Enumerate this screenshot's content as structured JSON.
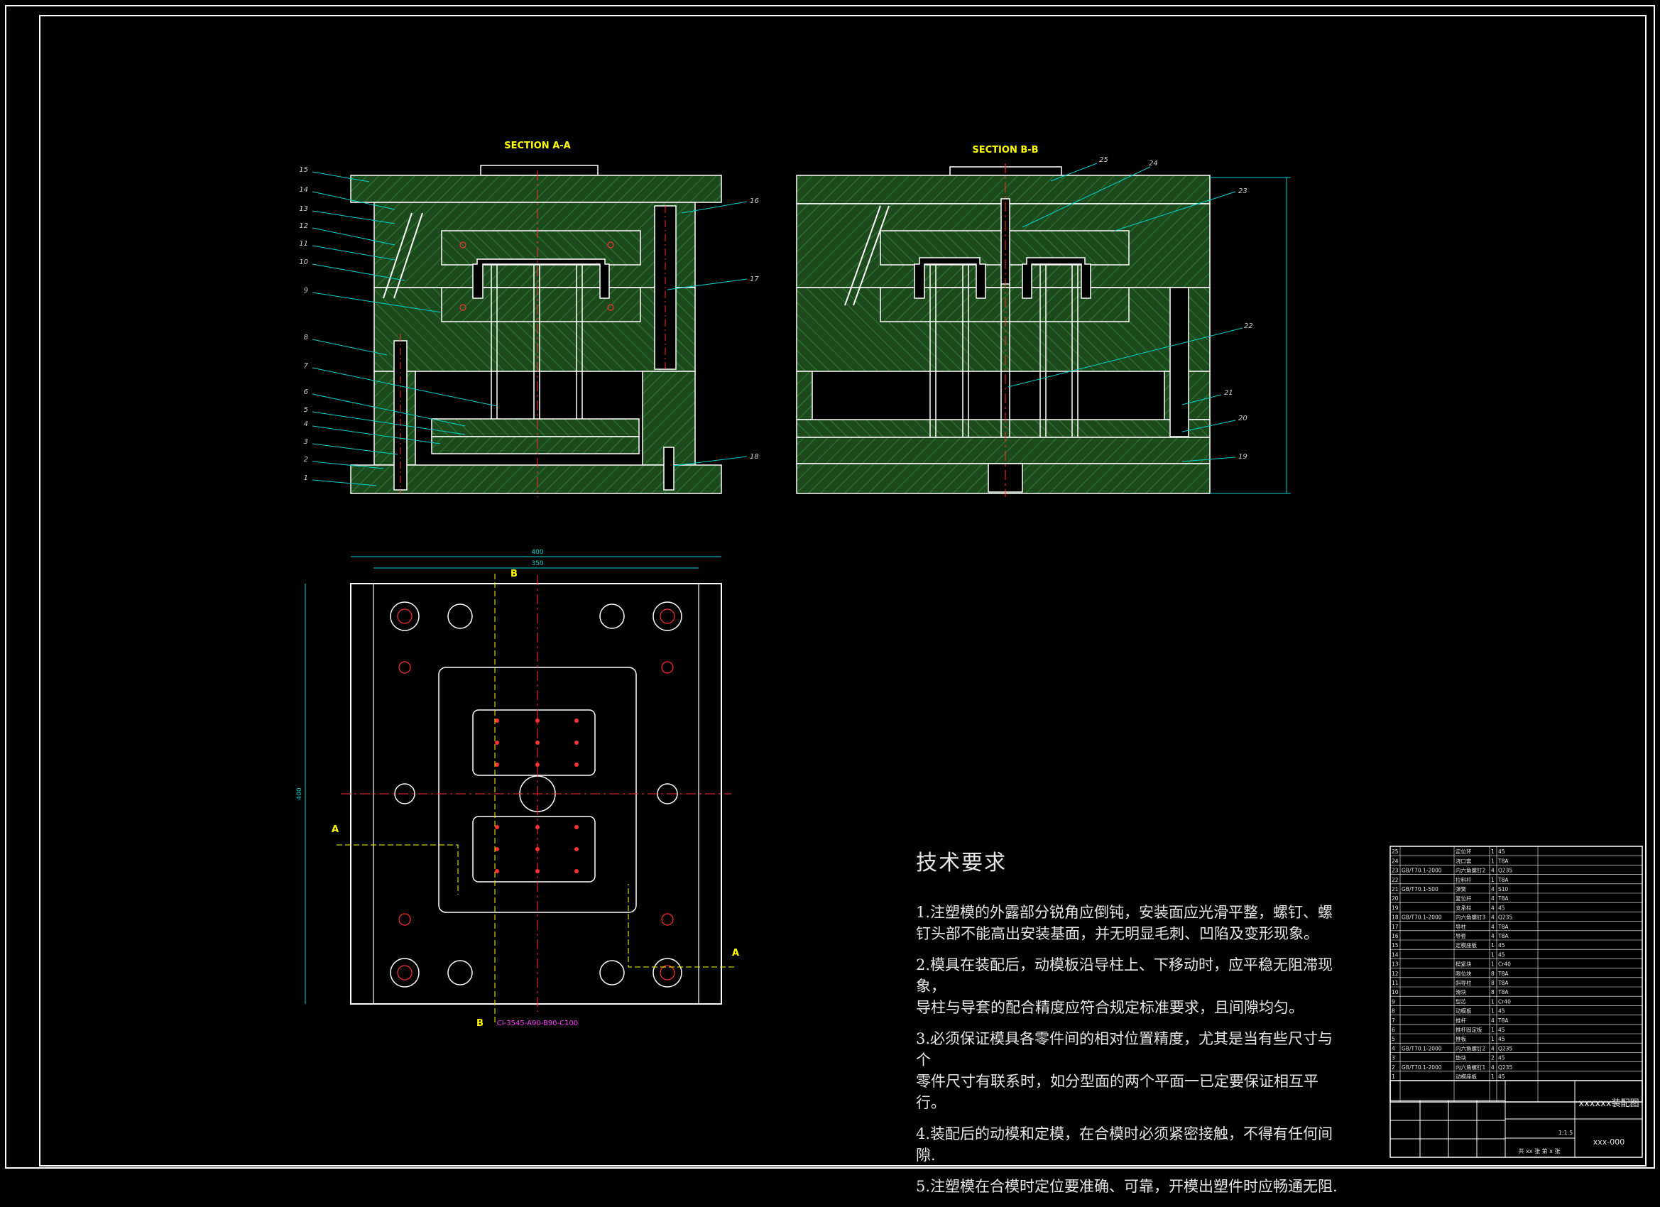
{
  "sections": {
    "a": {
      "title": "SECTION A-A",
      "labels": [
        "15",
        "14",
        "13",
        "12",
        "11",
        "10",
        "9",
        "8",
        "7",
        "6",
        "5",
        "4",
        "3",
        "2",
        "1",
        "16",
        "17",
        "18"
      ]
    },
    "b": {
      "title": "SECTION B-B",
      "labels": [
        "25",
        "24",
        "23",
        "22",
        "21",
        "20",
        "19"
      ]
    }
  },
  "plan": {
    "dim_top_outer": "400",
    "dim_top_inner": "350",
    "dim_left": "400",
    "cut_a": "A",
    "cut_b": "B",
    "spec": "CI-3545-A90-B90-C100"
  },
  "notes": {
    "title": "技术要求",
    "items": [
      "1.注塑模的外露部分锐角应倒钝，安装面应光滑平整，螺钉、螺\n   钉头部不能高出安装基面，并无明显毛刺、凹陷及变形现象。",
      "2.模具在装配后，动模板沿导柱上、下移动时，应平稳无阻滞现象，\n   导柱与导套的配合精度应符合规定标准要求，且间隙均匀。",
      "3.必须保证模具各零件间的相对位置精度，尤其是当有些尺寸与个\n   零件尺寸有联系时，如分型面的两个平面一已定要保证相互平行。",
      "4.装配后的动模和定模，在合模时必须紧密接触，不得有任何间隙.",
      "5.注塑模在合模时定位要准确、可靠，开模出塑件时应畅通无阻."
    ]
  },
  "bom": [
    {
      "no": "25",
      "code": "",
      "name": "定位环",
      "qty": "1",
      "mat": "45"
    },
    {
      "no": "24",
      "code": "",
      "name": "浇口套",
      "qty": "1",
      "mat": "T8A"
    },
    {
      "no": "23",
      "code": "GB/T70.1-2000",
      "name": "内六角螺钉2",
      "qty": "4",
      "mat": "Q235"
    },
    {
      "no": "22",
      "code": "",
      "name": "拉料杆",
      "qty": "1",
      "mat": "T8A"
    },
    {
      "no": "21",
      "code": "GB/T70.1-500",
      "name": "弹簧",
      "qty": "4",
      "mat": "S10"
    },
    {
      "no": "20",
      "code": "",
      "name": "复位杆",
      "qty": "4",
      "mat": "T8A"
    },
    {
      "no": "19",
      "code": "",
      "name": "支承柱",
      "qty": "4",
      "mat": "45"
    },
    {
      "no": "18",
      "code": "GB/T70.1-2000",
      "name": "内六角螺钉3",
      "qty": "4",
      "mat": "Q235"
    },
    {
      "no": "17",
      "code": "",
      "name": "导柱",
      "qty": "4",
      "mat": "T8A"
    },
    {
      "no": "16",
      "code": "",
      "name": "导套",
      "qty": "4",
      "mat": "T8A"
    },
    {
      "no": "15",
      "code": "",
      "name": "定模座板",
      "qty": "1",
      "mat": "45"
    },
    {
      "no": "14",
      "code": "",
      "name": "",
      "qty": "1",
      "mat": "45"
    },
    {
      "no": "13",
      "code": "",
      "name": "楔紧块",
      "qty": "1",
      "mat": "Cr40"
    },
    {
      "no": "12",
      "code": "",
      "name": "限位块",
      "qty": "8",
      "mat": "T8A"
    },
    {
      "no": "11",
      "code": "",
      "name": "斜导柱",
      "qty": "8",
      "mat": "T8A"
    },
    {
      "no": "10",
      "code": "",
      "name": "滑块",
      "qty": "8",
      "mat": "T8A"
    },
    {
      "no": "9",
      "code": "",
      "name": "型芯",
      "qty": "1",
      "mat": "Cr40"
    },
    {
      "no": "8",
      "code": "",
      "name": "动模板",
      "qty": "1",
      "mat": "45"
    },
    {
      "no": "7",
      "code": "",
      "name": "推杆",
      "qty": "4",
      "mat": "T8A"
    },
    {
      "no": "6",
      "code": "",
      "name": "推杆固定板",
      "qty": "1",
      "mat": "45"
    },
    {
      "no": "5",
      "code": "",
      "name": "推板",
      "qty": "1",
      "mat": "45"
    },
    {
      "no": "4",
      "code": "GB/T70.1-2000",
      "name": "内六角螺钉2",
      "qty": "4",
      "mat": "Q235"
    },
    {
      "no": "3",
      "code": "",
      "name": "垫块",
      "qty": "2",
      "mat": "45"
    },
    {
      "no": "2",
      "code": "GB/T70.1-2000",
      "name": "内六角螺钉1",
      "qty": "4",
      "mat": "Q235"
    },
    {
      "no": "1",
      "code": "",
      "name": "动模座板",
      "qty": "1",
      "mat": "45"
    }
  ],
  "title_block": {
    "drawing_name": "xxxxxx装配图",
    "drawing_no": "xxx-000",
    "scale": "1:1.5",
    "sheets": "共 xx 张  第 x 张"
  },
  "colors": {
    "hatch": "#1d4a1d",
    "line": "#ffffff",
    "dim": "#00d0d0",
    "center": "#ff3030",
    "yellow": "#ffff00",
    "magenta": "#ff40ff"
  }
}
